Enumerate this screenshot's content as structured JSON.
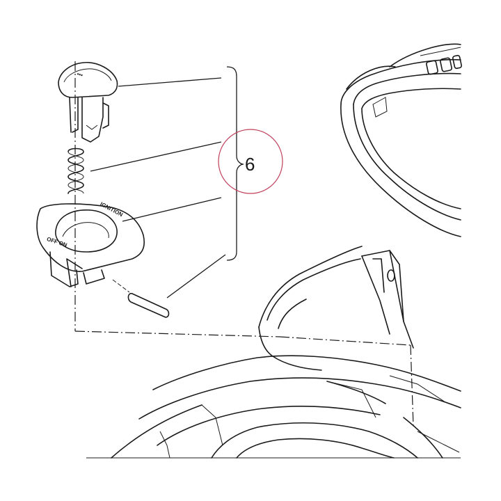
{
  "callout": {
    "number": "6",
    "circle_color": "#c0405a"
  },
  "labels": {
    "ignition": "IGNITION",
    "off_on": "OFF ON"
  },
  "line_color": "#1a1a1a"
}
